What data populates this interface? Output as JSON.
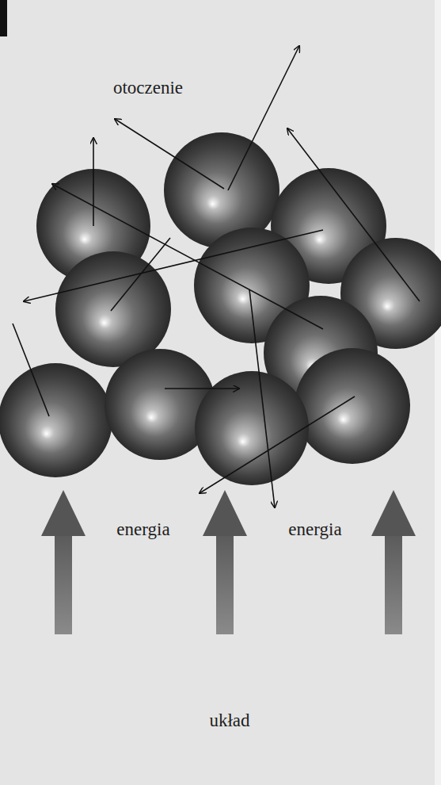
{
  "diagram": {
    "labels": [
      "otoczenie",
      "energia",
      "energia",
      "układ"
    ]
  }
}
